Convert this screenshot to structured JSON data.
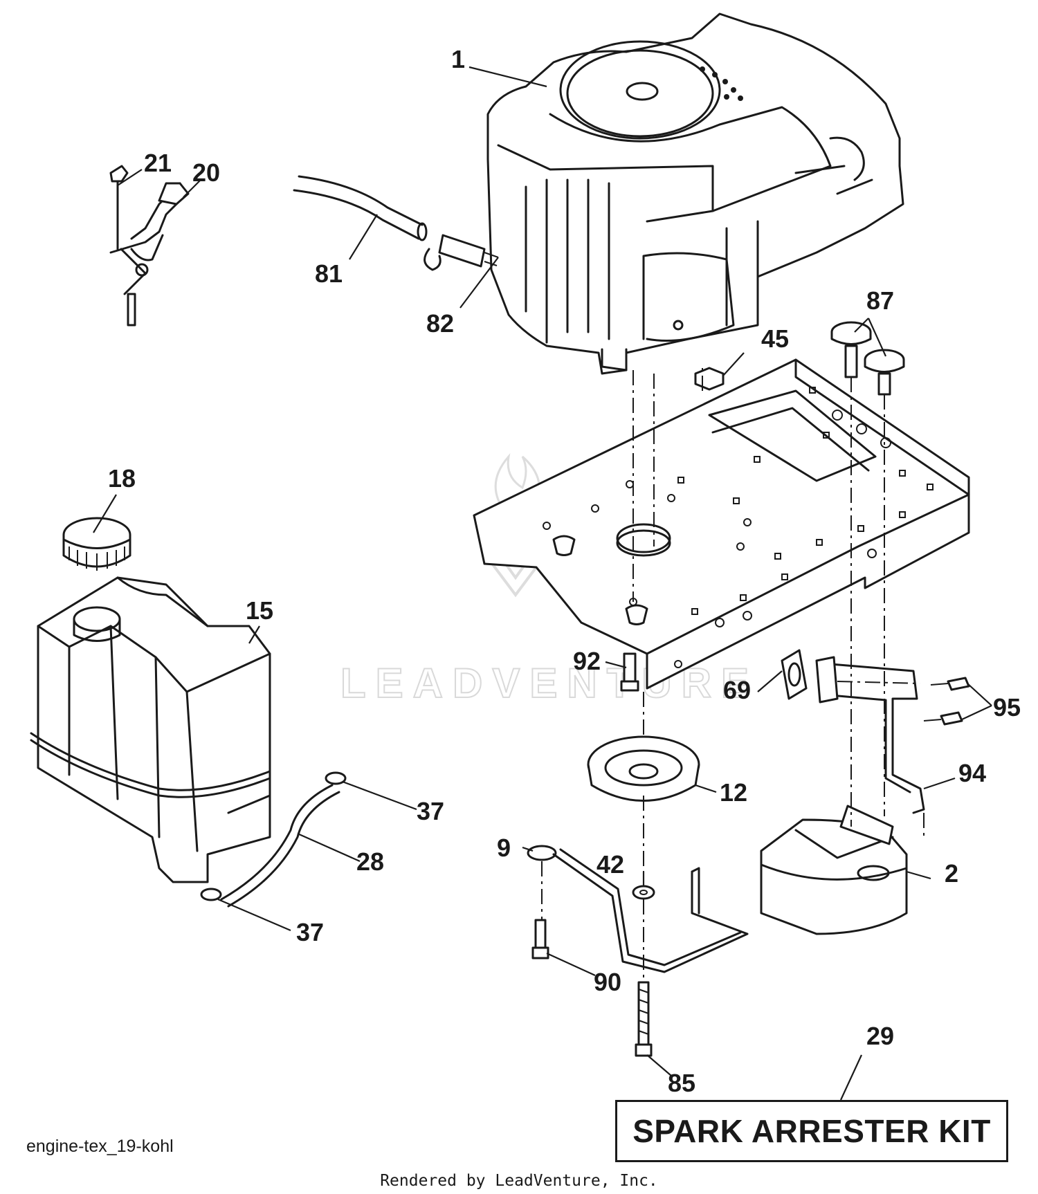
{
  "callouts": [
    {
      "id": "p1",
      "label": "1"
    },
    {
      "id": "p21",
      "label": "21"
    },
    {
      "id": "p20",
      "label": "20"
    },
    {
      "id": "p81",
      "label": "81"
    },
    {
      "id": "p82",
      "label": "82"
    },
    {
      "id": "p87",
      "label": "87"
    },
    {
      "id": "p45",
      "label": "45"
    },
    {
      "id": "p18",
      "label": "18"
    },
    {
      "id": "p15",
      "label": "15"
    },
    {
      "id": "p92",
      "label": "92"
    },
    {
      "id": "p69",
      "label": "69"
    },
    {
      "id": "p95",
      "label": "95"
    },
    {
      "id": "p94",
      "label": "94"
    },
    {
      "id": "p12",
      "label": "12"
    },
    {
      "id": "p37a",
      "label": "37"
    },
    {
      "id": "p28",
      "label": "28"
    },
    {
      "id": "p9",
      "label": "9"
    },
    {
      "id": "p42",
      "label": "42"
    },
    {
      "id": "p2",
      "label": "2"
    },
    {
      "id": "p37b",
      "label": "37"
    },
    {
      "id": "p90",
      "label": "90"
    },
    {
      "id": "p85",
      "label": "85"
    },
    {
      "id": "p29",
      "label": "29"
    }
  ],
  "kit_label": "SPARK ARRESTER KIT",
  "diagram_code": "engine-tex_19-kohl",
  "watermark": "LEADVENTURE",
  "footer": "Rendered by LeadVenture, Inc."
}
